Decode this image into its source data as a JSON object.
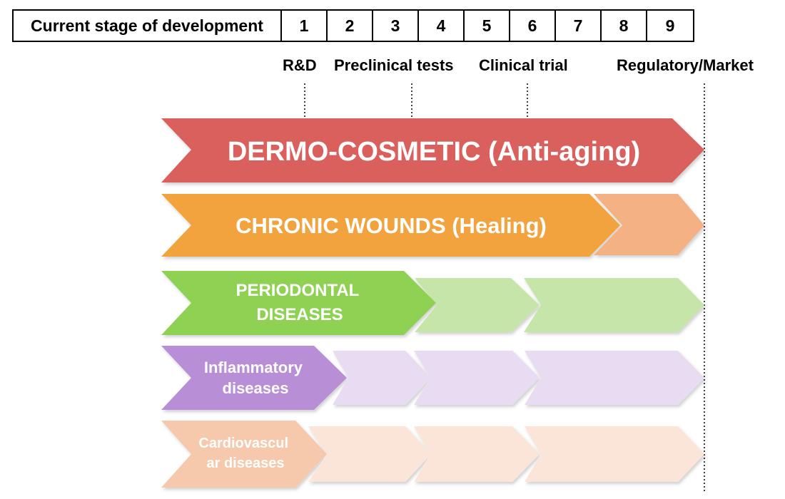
{
  "stage_table": {
    "title": "Current stage of development",
    "stages": [
      "1",
      "2",
      "3",
      "4",
      "5",
      "6",
      "7",
      "8",
      "9"
    ]
  },
  "phases": {
    "rd": "R&D",
    "preclinical": "Preclinical tests",
    "clinical": "Clinical trial",
    "regulatory": "Regulatory/Market"
  },
  "pipelines": [
    {
      "id": "dermo",
      "label_lines": [
        "DERMO-COSMETIC (Anti-aging)"
      ],
      "color_main": "#d9605c",
      "color_light": null,
      "text_color": "#ffffff"
    },
    {
      "id": "wounds",
      "label_lines": [
        "CHRONIC WOUNDS (Healing)"
      ],
      "color_main": "#f2a33c",
      "color_light": "#f4b183",
      "text_color": "#ffffff"
    },
    {
      "id": "periodontal",
      "label_lines": [
        "PERIODONTAL",
        "DISEASES"
      ],
      "color_main": "#8fd152",
      "color_light": "#c6e5a8",
      "text_color": "#ffffff"
    },
    {
      "id": "inflammatory",
      "label_lines": [
        "Inflammatory",
        "diseases"
      ],
      "color_main": "#b88ed6",
      "color_light": "#e7dcf2",
      "text_color": "#ffffff"
    },
    {
      "id": "cardiovascular",
      "label_lines": [
        "Cardiovascul",
        "ar diseases"
      ],
      "color_main": "#f6c8ac",
      "color_light": "#fbe5d8",
      "text_color": "#ffffff"
    }
  ]
}
